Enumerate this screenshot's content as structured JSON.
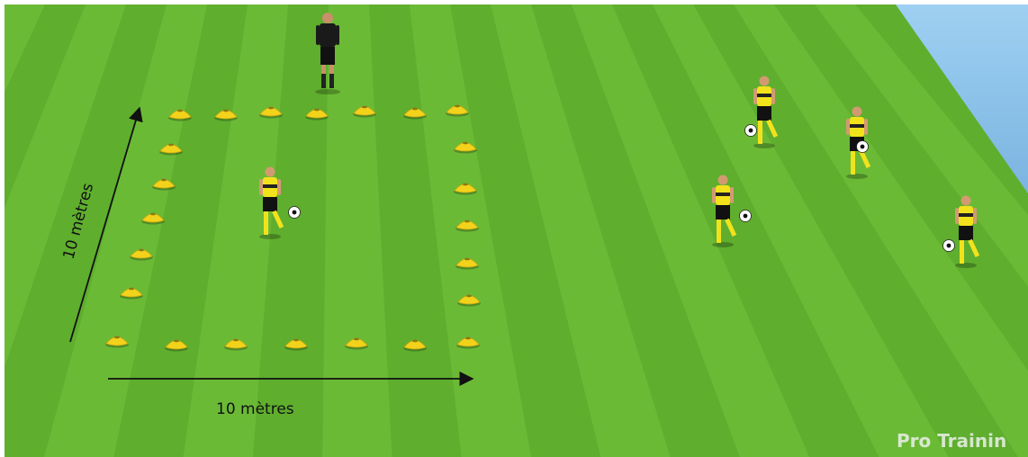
{
  "diagram": {
    "label_bottom": "10 mètres",
    "label_left": "10 mètres",
    "watermark": "Pro Trainin"
  },
  "colors": {
    "grass_light": "#6fbe3a",
    "grass_dark": "#4f9c23",
    "sky": "#8cc3e8",
    "cone": "#f2d21b",
    "jersey": "#f2e21c",
    "shorts": "#111111",
    "coach": "#1a1a1a",
    "arrow": "#111111"
  }
}
